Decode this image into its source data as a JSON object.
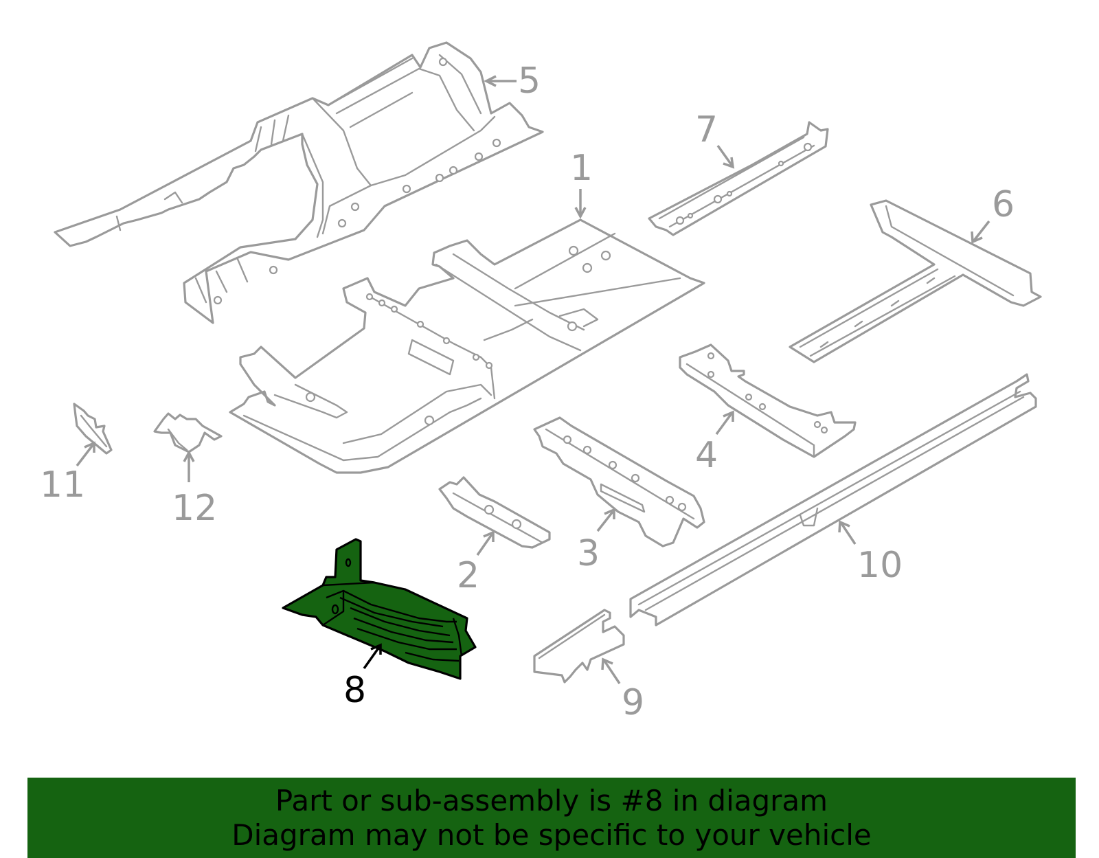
{
  "callouts": [
    {
      "id": "1",
      "label": "1",
      "highlighted": false
    },
    {
      "id": "2",
      "label": "2",
      "highlighted": false
    },
    {
      "id": "3",
      "label": "3",
      "highlighted": false
    },
    {
      "id": "4",
      "label": "4",
      "highlighted": false
    },
    {
      "id": "5",
      "label": "5",
      "highlighted": false
    },
    {
      "id": "6",
      "label": "6",
      "highlighted": false
    },
    {
      "id": "7",
      "label": "7",
      "highlighted": false
    },
    {
      "id": "8",
      "label": "8",
      "highlighted": true
    },
    {
      "id": "9",
      "label": "9",
      "highlighted": false
    },
    {
      "id": "10",
      "label": "10",
      "highlighted": false
    },
    {
      "id": "11",
      "label": "11",
      "highlighted": false
    },
    {
      "id": "12",
      "label": "12",
      "highlighted": false
    }
  ],
  "banner": {
    "line1": "Part or sub-assembly is #8 in diagram",
    "line2": "Diagram may not be specific to your vehicle"
  },
  "colors": {
    "highlight": "#156311",
    "outline": "#9a9a9a",
    "text": "#000000",
    "background": "#ffffff"
  }
}
